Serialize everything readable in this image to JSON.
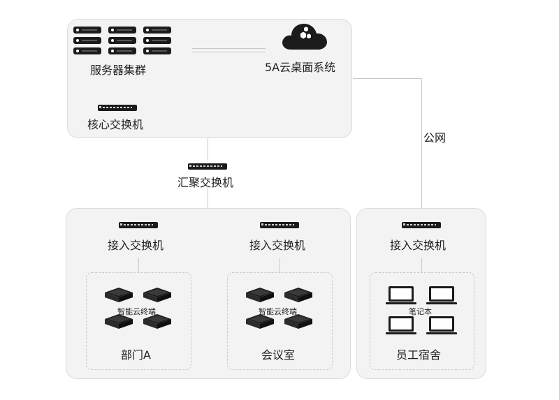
{
  "top": {
    "server_cluster_label": "服务器集群",
    "cloud_system_label": "5A云桌面系统",
    "core_switch_label": "核心交换机"
  },
  "aggregation": {
    "label": "汇聚交换机"
  },
  "public_network_label": "公网",
  "sites": [
    {
      "switch_label": "接入交换机",
      "device_label": "智能云终端",
      "area_label": "部门A"
    },
    {
      "switch_label": "接入交换机",
      "device_label": "智能云终端",
      "area_label": "会议室"
    },
    {
      "switch_label": "接入交换机",
      "device_label": "笔记本",
      "area_label": "员工宿舍"
    }
  ],
  "icons": {
    "server": "server-rack-icon",
    "cloud": "cloud-icon",
    "switch": "network-switch-icon",
    "terminal": "thin-client-icon",
    "laptop": "laptop-icon"
  }
}
